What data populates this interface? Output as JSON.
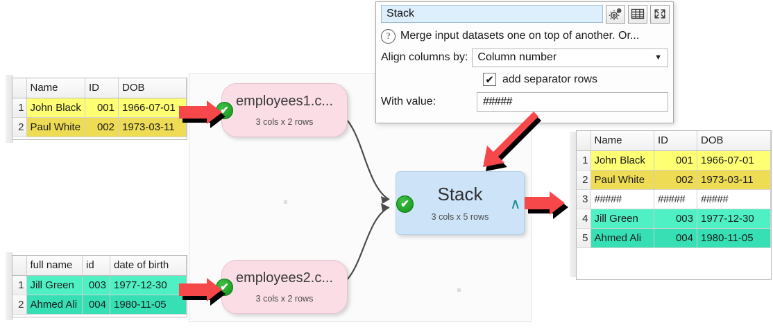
{
  "dialog": {
    "name_value": "Stack",
    "description": "Merge input datasets one on top of another. Or...",
    "help_icon": "?",
    "buttons": [
      {
        "name": "settings-gears-icon",
        "label": "⚙"
      },
      {
        "name": "table-view-icon",
        "label": "▦"
      },
      {
        "name": "expand-icon",
        "label": "⤢"
      }
    ],
    "align_label": "Align columns by:",
    "align_value": "Column number",
    "align_caret": "▼",
    "separator_checked": "✔",
    "separator_label": "add separator rows",
    "with_value_label": "With value:",
    "with_value": "#####"
  },
  "canvas": {
    "nodes": [
      {
        "name": "node-employees1",
        "title": "employees1.c...",
        "subtitle": "3 cols x 2 rows",
        "status": "✔"
      },
      {
        "name": "node-stack",
        "title": "Stack",
        "subtitle": "3 cols x 5 rows",
        "status": "✔",
        "caret": "∧"
      },
      {
        "name": "node-employees2",
        "title": "employees2.c...",
        "subtitle": "3 cols x 2 rows",
        "status": "✔"
      }
    ]
  },
  "input_table_1": {
    "name": "employees1-table",
    "headers": [
      "",
      "Name",
      "ID",
      "DOB"
    ],
    "rows": [
      {
        "n": "1",
        "cells": [
          "John Black",
          "001",
          "1966-07-01"
        ]
      },
      {
        "n": "2",
        "cells": [
          "Paul White",
          "002",
          "1973-03-11"
        ]
      }
    ]
  },
  "input_table_2": {
    "name": "employees2-table",
    "headers": [
      "",
      "full name",
      "id",
      "date of birth"
    ],
    "rows": [
      {
        "n": "1",
        "cells": [
          "Jill Green",
          "003",
          "1977-12-30"
        ]
      },
      {
        "n": "2",
        "cells": [
          "Ahmed Ali",
          "004",
          "1980-11-05"
        ]
      }
    ]
  },
  "output_table": {
    "name": "stack-output-table",
    "headers": [
      "",
      "Name",
      "ID",
      "DOB"
    ],
    "rows": [
      {
        "n": "1",
        "cells": [
          "John Black",
          "001",
          "1966-07-01"
        ],
        "style": "yellow"
      },
      {
        "n": "2",
        "cells": [
          "Paul White",
          "002",
          "1973-03-11"
        ],
        "style": "yellow2"
      },
      {
        "n": "3",
        "cells": [
          "#####",
          "#####",
          "#####"
        ],
        "style": "sep"
      },
      {
        "n": "4",
        "cells": [
          "Jill Green",
          "003",
          "1977-12-30"
        ],
        "style": "mint"
      },
      {
        "n": "5",
        "cells": [
          "Ahmed Ali",
          "004",
          "1980-11-05"
        ],
        "style": "mint2"
      }
    ]
  },
  "colors": {
    "yellow": "#ffff73",
    "yellow_alt": "#eedc54",
    "mint": "#4ef0c4",
    "mint_alt": "#36e0b4",
    "node_pink": "#fbdde6",
    "node_blue": "#cde3f7",
    "arrow_red": "#f6474a",
    "status_green": "#109617"
  }
}
